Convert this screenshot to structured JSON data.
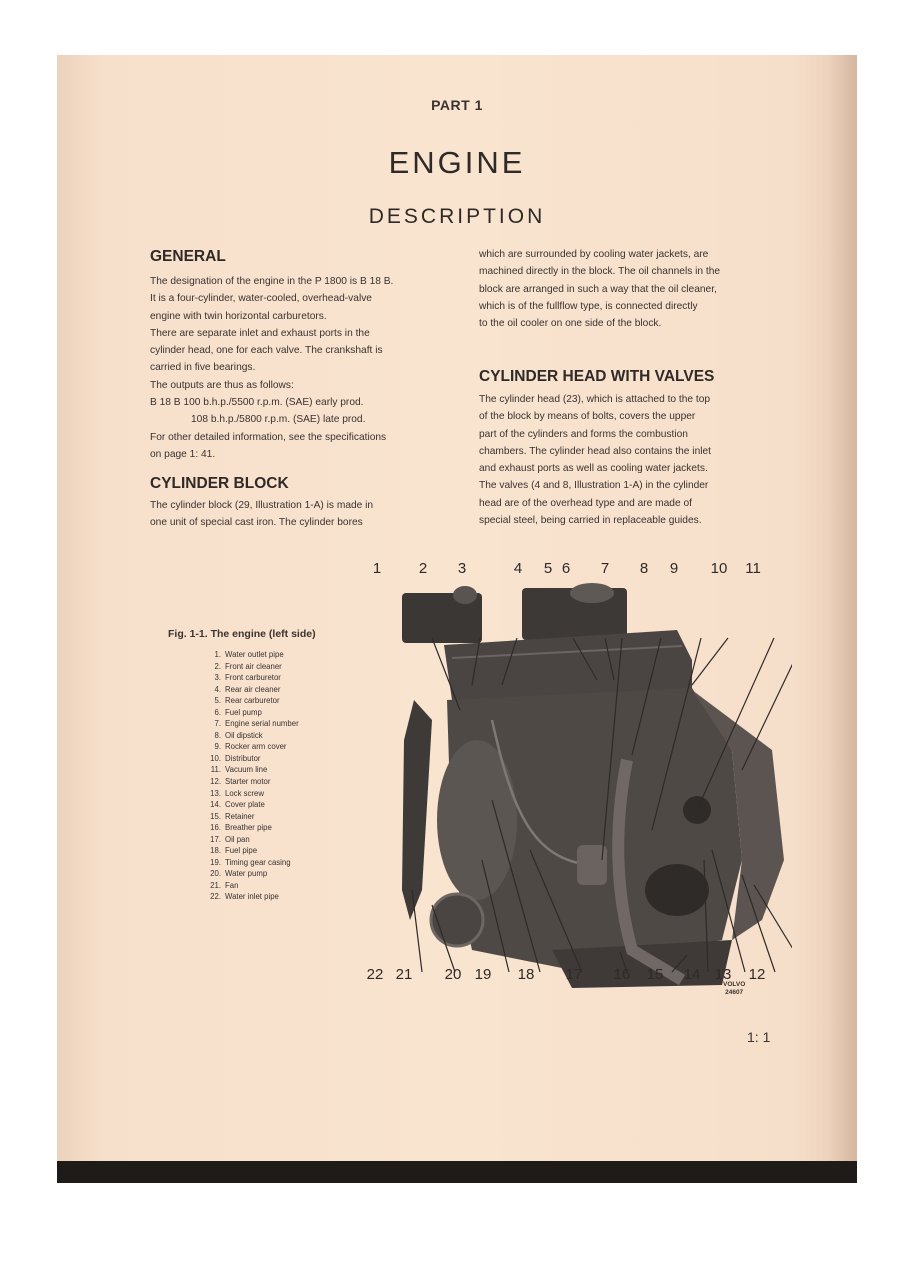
{
  "header": {
    "part": "PART 1",
    "title": "ENGINE",
    "subtitle": "DESCRIPTION"
  },
  "general": {
    "heading": "GENERAL",
    "lines": [
      "The designation of the engine in the P 1800 is B 18 B.",
      "It is a four-cylinder, water-cooled, overhead-valve",
      "engine with twin horizontal carburetors.",
      "There are separate inlet and exhaust ports in the",
      "cylinder head, one for each valve. The crankshaft is",
      "carried in five bearings.",
      "The outputs are thus as follows:",
      "B 18 B  100 b.h.p./5500 r.p.m. (SAE) early prod.",
      "108 b.h.p./5800 r.p.m. (SAE) late prod.",
      "For other detailed information, see the specifications",
      "on page 1: 41."
    ]
  },
  "cylinder_block": {
    "heading": "CYLINDER BLOCK",
    "lines": [
      "The cylinder block (29, Illustration 1-A) is made in",
      "one unit of special cast iron. The cylinder bores"
    ]
  },
  "continuation": {
    "lines": [
      "which are surrounded by cooling water jackets, are",
      "machined directly in the block. The oil channels in the",
      "block are arranged in such a way that the oil cleaner,",
      "which is of the fullflow type, is connected directly",
      "to the oil cooler on one side of the block."
    ]
  },
  "cylinder_head": {
    "heading": "CYLINDER HEAD WITH VALVES",
    "lines": [
      "The cylinder head (23), which is attached to the top",
      "of the block by means of bolts, covers the upper",
      "part of the cylinders and forms the combustion",
      "chambers. The cylinder head also contains the inlet",
      "and exhaust ports as well as cooling water jackets.",
      "The valves (4 and 8, Illustration 1-A) in the cylinder",
      "head are of the overhead type and are made of",
      "special steel, being carried in replaceable guides."
    ]
  },
  "figure": {
    "caption": "Fig. 1-1.   The engine (left side)",
    "legend": [
      {
        "num": "1.",
        "label": "Water outlet pipe"
      },
      {
        "num": "2.",
        "label": "Front air cleaner"
      },
      {
        "num": "3.",
        "label": "Front carburetor"
      },
      {
        "num": "4.",
        "label": "Rear air cleaner"
      },
      {
        "num": "5.",
        "label": "Rear carburetor"
      },
      {
        "num": "6.",
        "label": "Fuel pump"
      },
      {
        "num": "7.",
        "label": "Engine serial number"
      },
      {
        "num": "8.",
        "label": "Oil dipstick"
      },
      {
        "num": "9.",
        "label": "Rocker arm cover"
      },
      {
        "num": "10.",
        "label": "Distributor"
      },
      {
        "num": "11.",
        "label": "Vacuum line"
      },
      {
        "num": "12.",
        "label": "Starter motor"
      },
      {
        "num": "13.",
        "label": "Lock screw"
      },
      {
        "num": "14.",
        "label": "Cover plate"
      },
      {
        "num": "15.",
        "label": "Retainer"
      },
      {
        "num": "16.",
        "label": "Breather pipe"
      },
      {
        "num": "17.",
        "label": "Oil pan"
      },
      {
        "num": "18.",
        "label": "Fuel pipe"
      },
      {
        "num": "19.",
        "label": "Timing gear casing"
      },
      {
        "num": "20.",
        "label": "Water pump"
      },
      {
        "num": "21.",
        "label": "Fan"
      },
      {
        "num": "22.",
        "label": "Water inlet pipe"
      }
    ],
    "top_callouts": [
      "1",
      "2",
      "3",
      "4",
      "5",
      "6",
      "7",
      "8",
      "9",
      "10",
      "11"
    ],
    "bottom_callouts": [
      "22",
      "21",
      "20",
      "19",
      "18",
      "17",
      "16",
      "15",
      "14",
      "13",
      "12"
    ],
    "mark_brand": "VOLVO",
    "mark_number": "24607"
  },
  "footer": {
    "page_number": "1: 1"
  }
}
